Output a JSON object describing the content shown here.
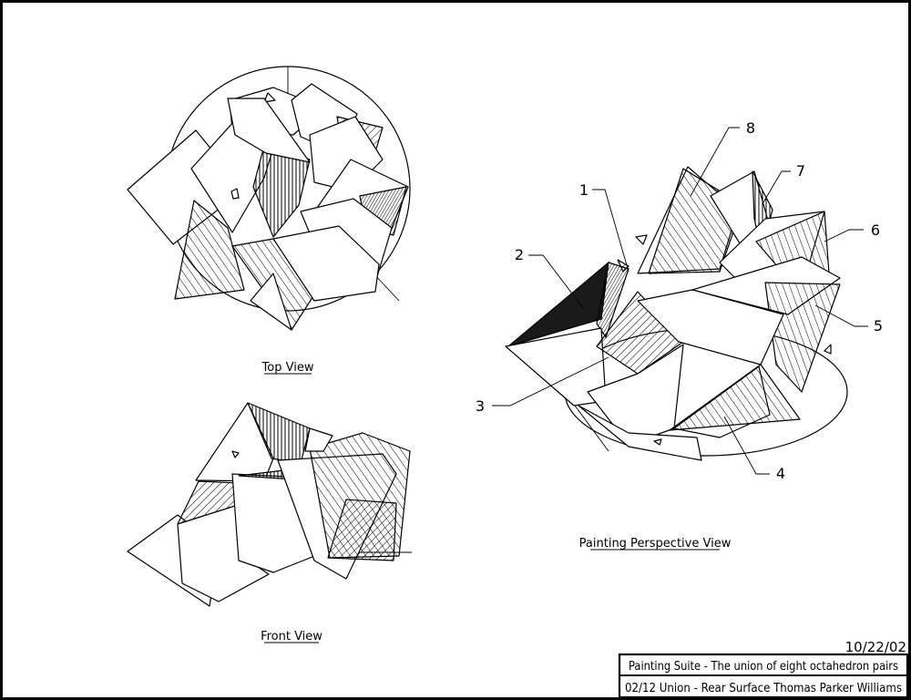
{
  "views": {
    "top": {
      "label": "Top View"
    },
    "front": {
      "label": "Front View"
    },
    "perspective": {
      "label": "Painting Perspective View"
    }
  },
  "callouts": [
    "1",
    "2",
    "3",
    "4",
    "5",
    "6",
    "7",
    "8"
  ],
  "title_block": {
    "date": "10/22/02",
    "title": "Painting Suite - The  union of eight octahedron pairs",
    "subtitle": "02/12  Union - Rear Surface   Thomas Parker Williams"
  }
}
